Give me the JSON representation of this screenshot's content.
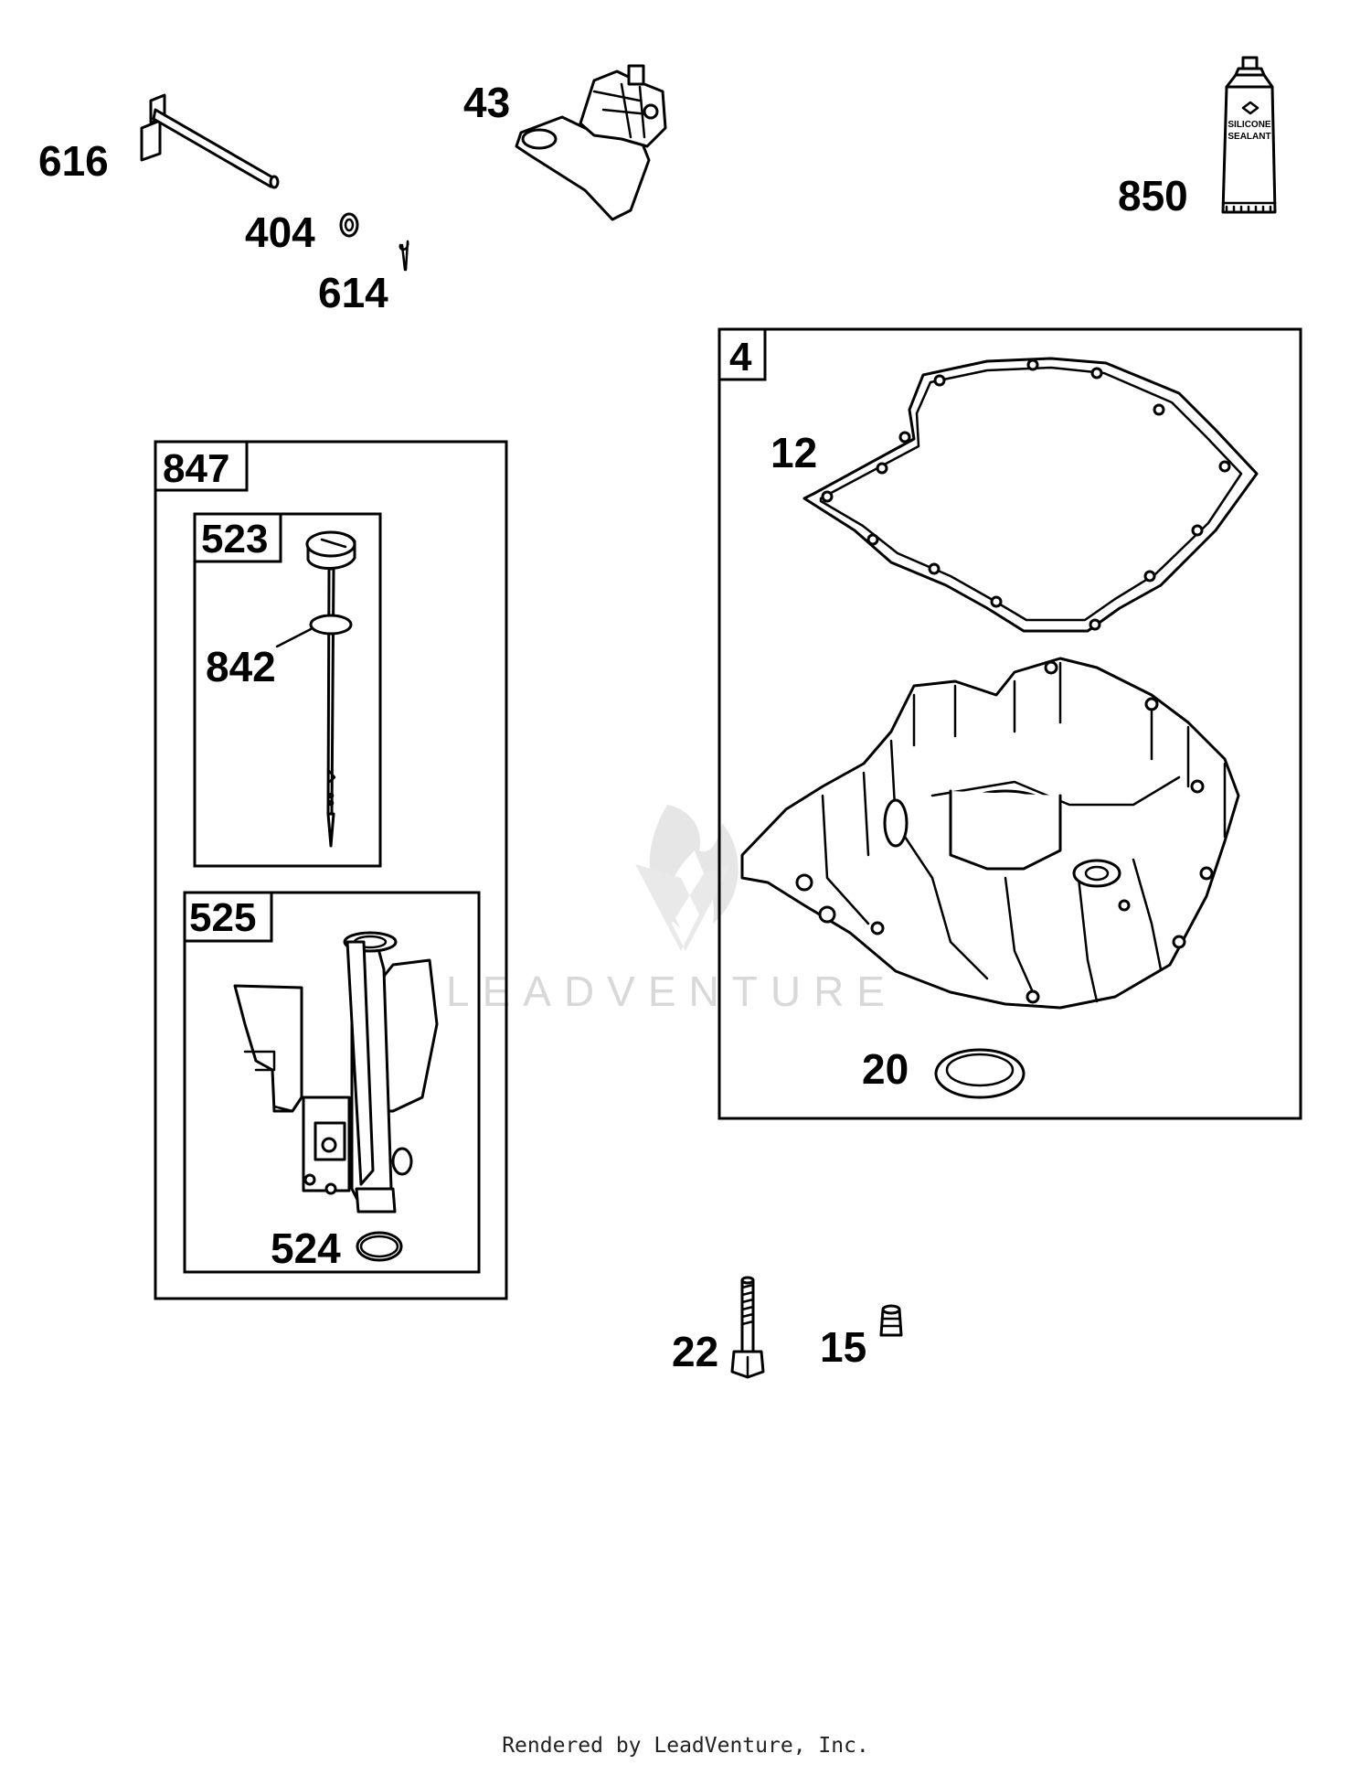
{
  "callouts": {
    "c616": "616",
    "c43": "43",
    "c850": "850",
    "c404": "404",
    "c614": "614",
    "c4": "4",
    "c12": "12",
    "c847": "847",
    "c523": "523",
    "c842": "842",
    "c525": "525",
    "c20": "20",
    "c524": "524",
    "c22": "22",
    "c15": "15"
  },
  "tube": {
    "line1": "SILICONE",
    "line2": "SEALANT"
  },
  "watermark": "LEADVENTURE",
  "footer": "Rendered by LeadVenture, Inc."
}
